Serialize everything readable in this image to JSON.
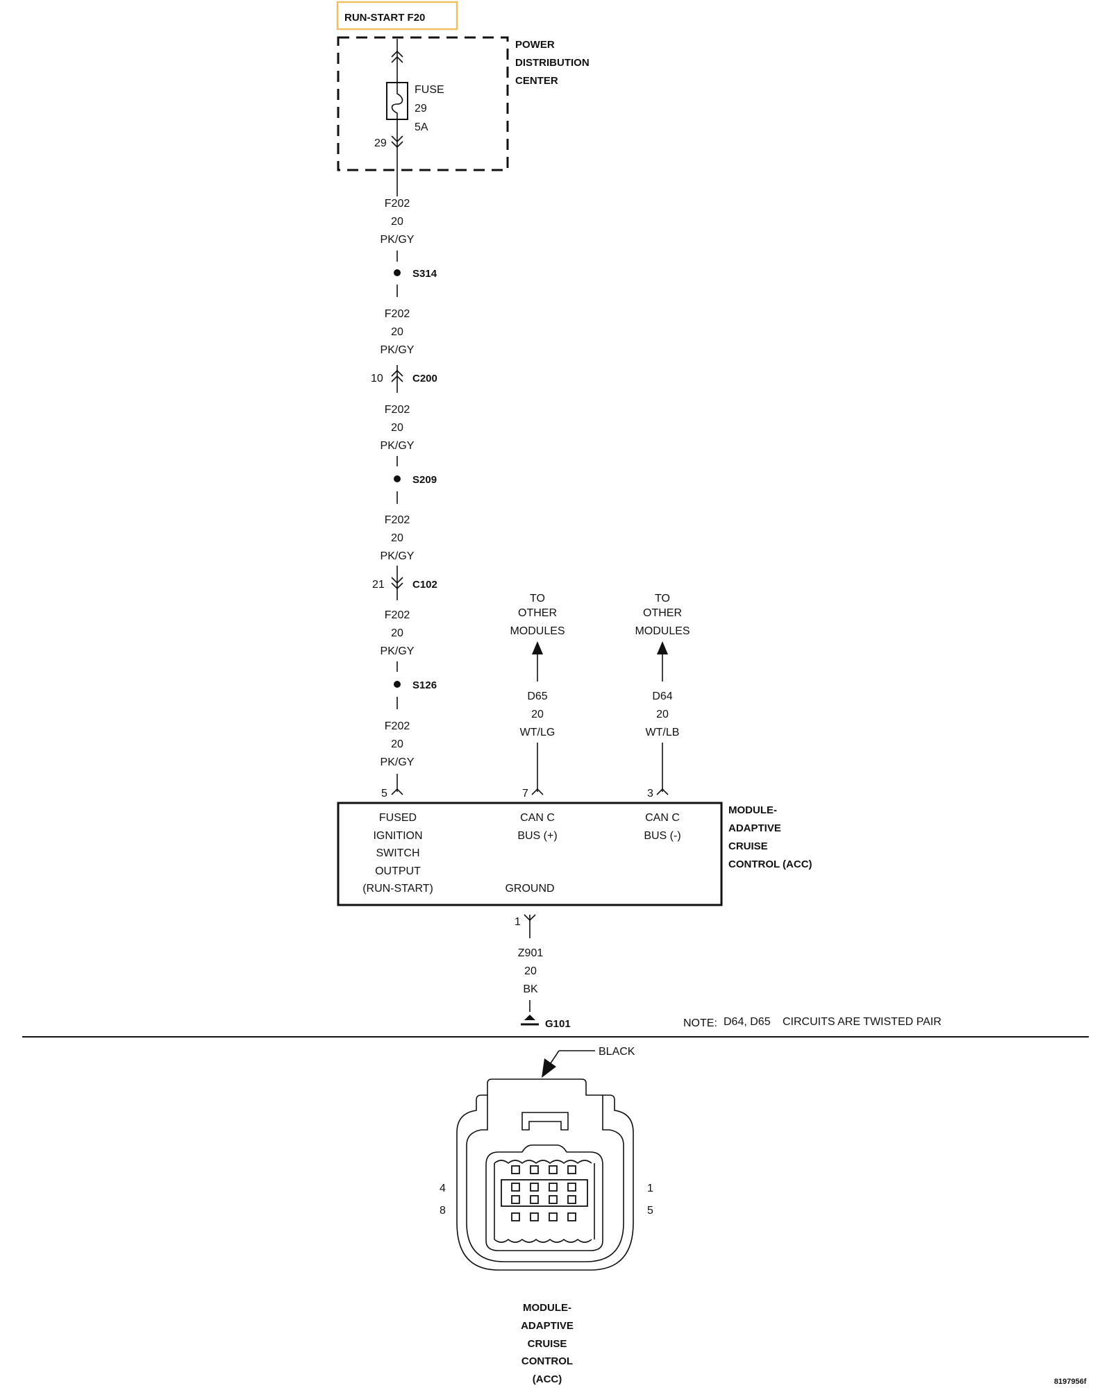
{
  "header": {
    "circuit_tab": "RUN-START F20",
    "highlight_color": "#f5d58a"
  },
  "pdc": {
    "label_lines": [
      "POWER",
      "DISTRIBUTION",
      "CENTER"
    ],
    "fuse_lines": [
      "FUSE",
      "29",
      "5A"
    ],
    "pin": "29"
  },
  "wires": [
    {
      "lines": [
        "F202",
        "20",
        "PK/GY"
      ]
    },
    {
      "lines": [
        "F202",
        "20",
        "PK/GY"
      ]
    },
    {
      "lines": [
        "F202",
        "20",
        "PK/GY"
      ]
    },
    {
      "lines": [
        "F202",
        "20",
        "PK/GY"
      ]
    },
    {
      "lines": [
        "F202",
        "20",
        "PK/GY"
      ]
    },
    {
      "lines": [
        "F202",
        "20",
        "PK/GY"
      ]
    }
  ],
  "splices": [
    "S314",
    "S209",
    "S126"
  ],
  "connectors": [
    {
      "name": "C200",
      "pin": "10"
    },
    {
      "name": "C102",
      "pin": "21"
    }
  ],
  "bus": [
    {
      "to_lines": [
        "TO",
        "OTHER",
        "MODULES"
      ],
      "wire_lines": [
        "D65",
        "20",
        "WT/LG"
      ],
      "pin": "7"
    },
    {
      "to_lines": [
        "TO",
        "OTHER",
        "MODULES"
      ],
      "wire_lines": [
        "D64",
        "20",
        "WT/LB"
      ],
      "pin": "3"
    }
  ],
  "module": {
    "name_lines": [
      "MODULE-",
      "ADAPTIVE",
      "CRUISE",
      "CONTROL (ACC)"
    ],
    "power_pin": "5",
    "pin_functions": [
      [
        "FUSED",
        "IGNITION",
        "SWITCH",
        "OUTPUT",
        "(RUN-START)"
      ],
      [
        "CAN C",
        "BUS (+)"
      ],
      [
        "CAN C",
        "BUS (-)"
      ]
    ],
    "ground_label": "GROUND",
    "ground_pin": "1"
  },
  "ground": {
    "wire_lines": [
      "Z901",
      "20",
      "BK"
    ],
    "name": "G101"
  },
  "note": {
    "label": "NOTE:",
    "circuits": "D64, D65",
    "text": "CIRCUITS ARE TWISTED PAIR"
  },
  "connector_view": {
    "color_label": "BLACK",
    "pins_left": [
      "4",
      "8"
    ],
    "pins_right": [
      "1",
      "5"
    ],
    "caption_lines": [
      "MODULE-",
      "ADAPTIVE",
      "CRUISE",
      "CONTROL",
      "(ACC)"
    ]
  },
  "figure_id": "8197956f"
}
